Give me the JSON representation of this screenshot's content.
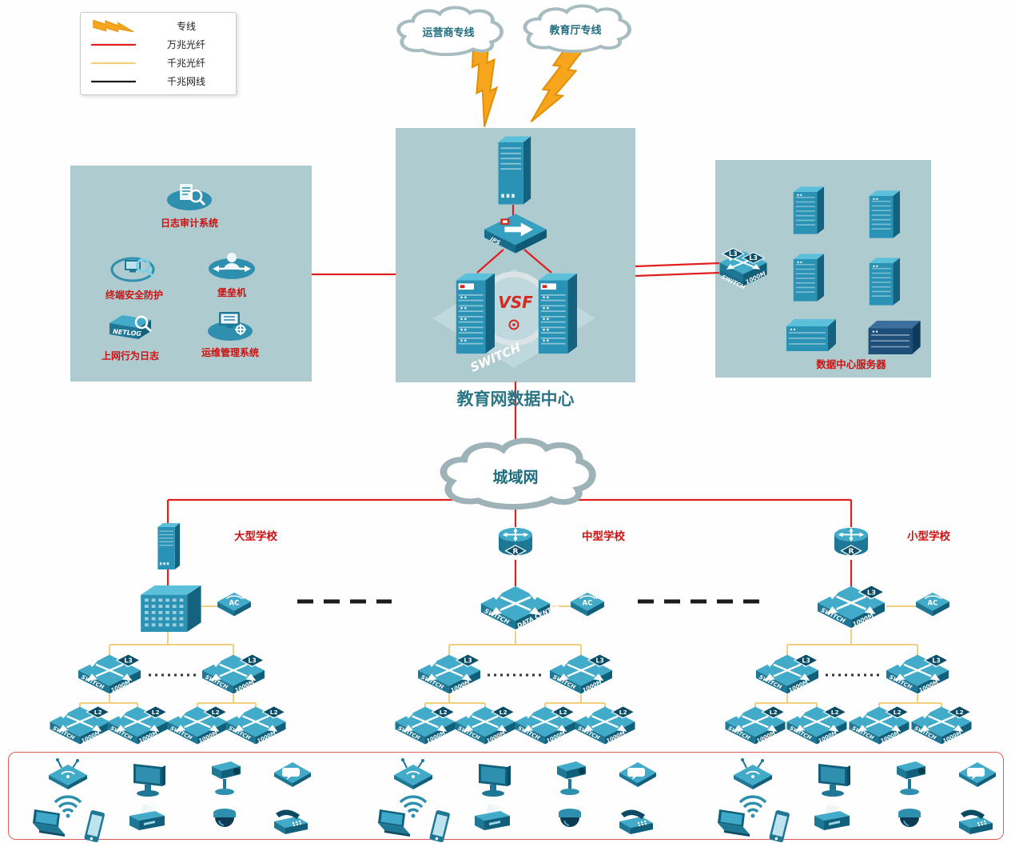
{
  "legend": {
    "items": [
      {
        "label": "专线",
        "line": "lightning"
      },
      {
        "label": "万兆光纤",
        "line": "red"
      },
      {
        "label": "千兆光纤",
        "line": "yellow"
      },
      {
        "label": "千兆网线",
        "line": "black"
      }
    ]
  },
  "clouds": {
    "carrier": "运营商专线",
    "education": "教育厅专线",
    "man": "城域网"
  },
  "data_center": {
    "title": "教育网数据中心",
    "ips_label": "IPS",
    "vsf_label": "VSF",
    "core_watermark": "SWITCH"
  },
  "security_block": {
    "items": [
      {
        "label": "日志审计系统",
        "icon": "log-audit-icon"
      },
      {
        "label": "终端安全防护",
        "icon": "endpoint-protection-icon"
      },
      {
        "label": "堡垒机",
        "icon": "bastion-host-icon"
      },
      {
        "label": "上网行为日志",
        "icon": "netlog-icon",
        "device_text": "NETLOG"
      },
      {
        "label": "运维管理系统",
        "icon": "ops-management-icon"
      }
    ]
  },
  "server_block": {
    "label": "数据中心服务器",
    "access_switch": {
      "badges": [
        "L3",
        "L3"
      ],
      "name_label": "SWITCH",
      "speed_label": "1000M"
    }
  },
  "schools": [
    {
      "name": "大型学校",
      "ac_label": "AC",
      "distribution_switches": [
        {
          "badge": "L3",
          "name_label": "SWITCH",
          "speed_label": "1000M"
        },
        {
          "badge": "L3",
          "name_label": "SWITCH",
          "speed_label": "1000M"
        }
      ],
      "access_switches": [
        {
          "badge": "L2",
          "name_label": "SWITCH",
          "speed_label": "1000M"
        },
        {
          "badge": "L2",
          "name_label": "SWITCH",
          "speed_label": "1000M"
        },
        {
          "badge": "L2",
          "name_label": "SWITCH",
          "speed_label": "1000M"
        },
        {
          "badge": "L2",
          "name_label": "SWITCH",
          "speed_label": "1000M"
        }
      ]
    },
    {
      "name": "中型学校",
      "router_badge": "R",
      "ac_label": "AC",
      "core_switch": {
        "name_label": "SWITCH",
        "speed_label": "DATA CENTER"
      },
      "distribution_switches": [
        {
          "badge": "L3",
          "name_label": "SWITCH",
          "speed_label": "1000M"
        },
        {
          "badge": "L3",
          "name_label": "SWITCH",
          "speed_label": "1000M"
        }
      ],
      "access_switches": [
        {
          "badge": "L2",
          "name_label": "SWITCH",
          "speed_label": "1000M"
        },
        {
          "badge": "L2",
          "name_label": "SWITCH",
          "speed_label": "1000M"
        },
        {
          "badge": "L2",
          "name_label": "SWITCH",
          "speed_label": "1000M"
        },
        {
          "badge": "L2",
          "name_label": "SWITCH",
          "speed_label": "1000M"
        }
      ]
    },
    {
      "name": "小型学校",
      "router_badge": "R",
      "ac_label": "AC",
      "core_switch": {
        "badge": "L3",
        "name_label": "SWITCH",
        "speed_label": "1000M"
      },
      "distribution_switches": [
        {
          "badge": "L3",
          "name_label": "SWITCH",
          "speed_label": "1000M"
        },
        {
          "badge": "L3",
          "name_label": "SWITCH",
          "speed_label": "1000M"
        }
      ],
      "access_switches": [
        {
          "badge": "L2",
          "name_label": "SWITCH",
          "speed_label": "1000M"
        },
        {
          "badge": "L2",
          "name_label": "SWITCH",
          "speed_label": "1000M"
        },
        {
          "badge": "L2",
          "name_label": "SWITCH",
          "speed_label": "1000M"
        },
        {
          "badge": "L2",
          "name_label": "SWITCH",
          "speed_label": "1000M"
        }
      ]
    }
  ],
  "end_devices": {
    "types": [
      "wireless-ap",
      "desktop-monitor",
      "ptz-camera",
      "im-chat",
      "wifi-signal",
      "laptop",
      "smartphone",
      "printer",
      "dome-camera",
      "telephone"
    ]
  },
  "colors": {
    "line_10g": "#e02020",
    "line_1g_fiber": "#f2cf7c",
    "line_1g_cable": "#1a1a1a",
    "dedicated": "#f7a51c",
    "device_teal": "#2e8fae",
    "zone_background": "#aecbd0",
    "label_red": "#cc1111"
  }
}
